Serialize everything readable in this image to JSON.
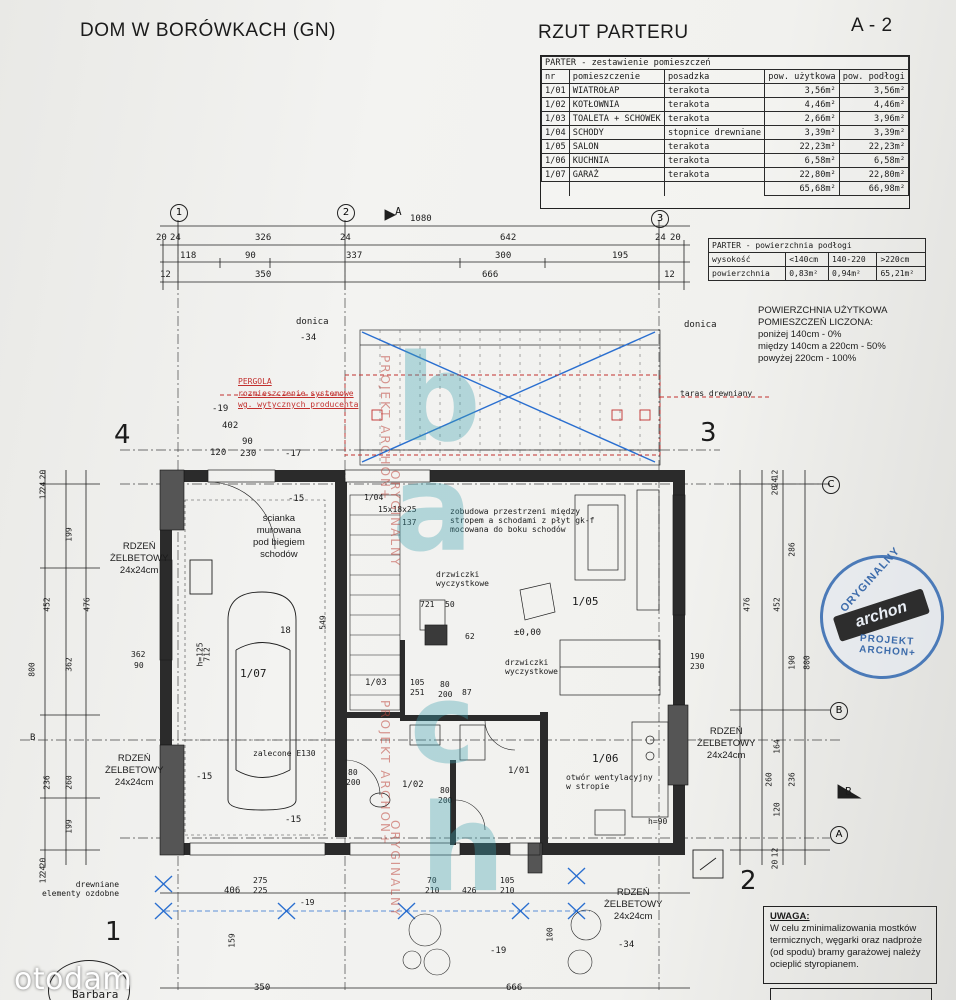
{
  "header": {
    "project": "DOM W BORÓWKACH (GN)",
    "plan_title": "RZUT PARTERU",
    "sheet_no": "A - 2"
  },
  "rooms_table": {
    "title": "PARTER - zestawienie pomieszczeń",
    "columns": [
      "nr",
      "pomieszczenie",
      "posadzka",
      "pow. użytkowa",
      "pow. podłogi"
    ],
    "rows": [
      [
        "1/01",
        "WIATROŁAP",
        "terakota",
        "3,56m²",
        "3,56m²"
      ],
      [
        "1/02",
        "KOTŁOWNIA",
        "terakota",
        "4,46m²",
        "4,46m²"
      ],
      [
        "1/03",
        "TOALETA + SCHOWEK",
        "terakota",
        "2,66m²",
        "3,96m²"
      ],
      [
        "1/04",
        "SCHODY",
        "stopnice drewniane",
        "3,39m²",
        "3,39m²"
      ],
      [
        "1/05",
        "SALON",
        "terakota",
        "22,23m²",
        "22,23m²"
      ],
      [
        "1/06",
        "KUCHNIA",
        "terakota",
        "6,58m²",
        "6,58m²"
      ],
      [
        "1/07",
        "GARAŻ",
        "terakota",
        "22,80m²",
        "22,80m²"
      ]
    ],
    "totals": [
      "65,68m²",
      "66,98m²"
    ]
  },
  "floor_area_table": {
    "title": "PARTER - powierzchnia podłogi",
    "columns": [
      "wysokość",
      "<140cm",
      "140-220",
      ">220cm"
    ],
    "row": [
      "powierzchnia",
      "0,83m²",
      "0,94m²",
      "65,21m²"
    ]
  },
  "usable_area_note": {
    "lines": [
      "POWIERZCHNIA UŻYTKOWA",
      "POMIESZCZEŃ LICZONA:",
      "poniżej 140cm - 0%",
      "między 140cm a 220cm - 50%",
      "powyżej 220cm - 100%"
    ]
  },
  "dims_top": {
    "overall": "1080",
    "row1": [
      "20",
      "24",
      "326",
      "24",
      "642",
      "24",
      "20"
    ],
    "row2": [
      "118",
      "90",
      "337",
      "300",
      "195"
    ],
    "row3": [
      "12",
      "350",
      "666",
      "12"
    ]
  },
  "axes": {
    "cols": [
      "1",
      "2",
      "3"
    ],
    "rows": [
      "A",
      "B",
      "C"
    ],
    "big": [
      "4",
      "3",
      "1",
      "2"
    ],
    "section": "A",
    "section_b": "B"
  },
  "labels": {
    "donica_left": "donica",
    "donica_right": "donica",
    "level_m34": "-34",
    "pergola": "PERGOLA",
    "pergola_note1": "rozmieszczenie systemowe",
    "pergola_note2": "wg. wytycznych producenta",
    "taras": "taras drewniany",
    "lvl_m19": "-19",
    "d402": "402",
    "d120": "120",
    "door_90": "90",
    "door_230": "230",
    "lvl_m17": "-17",
    "lvl_m15": "-15",
    "scianka": [
      "ścianka",
      "murowana",
      "pod biegiem",
      "schodów"
    ],
    "rdzen1": [
      "RDZEŃ",
      "ŻELBETOWY",
      "24x24cm"
    ],
    "rdzen2": [
      "RDZEŃ",
      "ŻELBETOWY",
      "24x24cm"
    ],
    "rdzen3": [
      "RDZEŃ",
      "ŻELBETOWY",
      "24x24cm"
    ],
    "rdzen4": [
      "RDZEŃ",
      "ŻELBETOWY",
      "24x24cm"
    ],
    "garage_room": "1/07",
    "garage_h": "h=125",
    "garage_d712": "712",
    "garage_d549": "549",
    "garage_18": "18",
    "garage_zalecone": "zalecone E130",
    "garage_door_362": "362",
    "garage_door_90": "90",
    "room_104": "1/04",
    "stairs": "15x18x25",
    "stairs_137": "137",
    "zabudowa": [
      "zobudowa przestrzeni między",
      "stropem a schodami z płyt gk-f",
      "mocowana do boku schodów"
    ],
    "drzwiczki1": [
      "drzwiczki",
      "wyczystkowe"
    ],
    "drzwiczki2": [
      "drzwiczki",
      "wyczystkowe"
    ],
    "room_105": "1/05",
    "lvl_000": "±0,00",
    "d_721": "721",
    "d_50": "50",
    "d_62": "62",
    "room_103": "1/03",
    "room_102": "1/02",
    "room_101": "1/01",
    "room_106": "1/06",
    "otwor": [
      "otwór wentylacyjny",
      "w stropie"
    ],
    "h90": "h=90",
    "door_190_230": [
      "190",
      "230"
    ],
    "door_80_200": [
      "80",
      "200"
    ],
    "door_80_200_b": [
      "80",
      "200"
    ],
    "door_80_200_c": [
      "80",
      "200"
    ],
    "d_105_251": [
      "105",
      "251"
    ],
    "d_87": "87",
    "lvl_m15b": "-15",
    "lvl_m15c": "-15",
    "bottom_406": "406",
    "bottom_275_225": [
      "275",
      "225"
    ],
    "bottom_70_210": [
      "70",
      "210"
    ],
    "bottom_426": "426",
    "bottom_105_210": [
      "105",
      "210"
    ],
    "bottom_m19": "-19",
    "bottom_m34": "-34",
    "bottom_100": "100",
    "bottom_350": "350",
    "bottom_666": "666",
    "bottom_159": "159",
    "drewniane": [
      "drewniane",
      "elementy ozdobne"
    ],
    "lvl_m19b": "-19"
  },
  "dims_left": [
    "20",
    "24",
    "12",
    "199",
    "452",
    "476",
    "362",
    "800",
    "236",
    "260",
    "199",
    "20",
    "24",
    "12"
  ],
  "dims_right": [
    "12",
    "24",
    "20",
    "286",
    "476",
    "452",
    "800",
    "190",
    "164",
    "236",
    "260",
    "120",
    "12",
    "20"
  ],
  "uwaga": {
    "title": "UWAGA:",
    "lines": [
      "W celu zminimalizowania mostków",
      "termicznych, węgarki oraz nadproże",
      "(od spodu) bramy garażowej należy",
      "ocieplić styropianem."
    ]
  },
  "stamp": {
    "top": "ORYGINALNY",
    "logo": "archon",
    "bottom": "PROJEKT ARCHON+"
  },
  "watermark_vertical": [
    "PROJEKT ARCHON+",
    "ORYGINALNY",
    "PROJEKT ARCHON+",
    "ORYGINALNY"
  ],
  "signature_partial": "Barbara",
  "brand": "otodam",
  "colors": {
    "line": "#1f1f1f",
    "red": "#c2302e",
    "blue": "#2a6fd0",
    "watermark": "#3ca0af"
  }
}
